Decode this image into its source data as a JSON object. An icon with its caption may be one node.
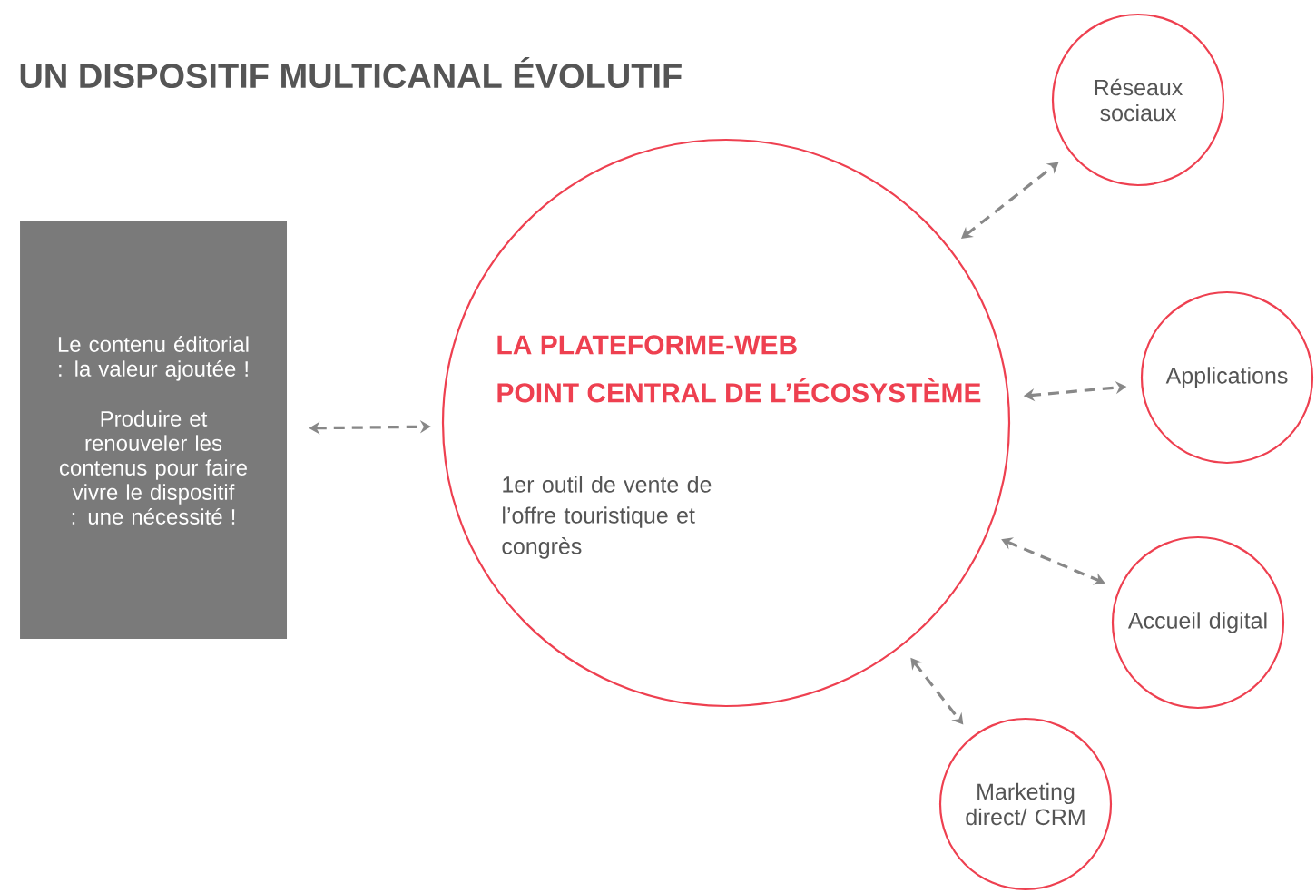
{
  "diagram": {
    "title": "UN DISPOSITIF MULTICANAL ÉVOLUTIF",
    "nodes": [
      {
        "text": [
          "Le contenu éditorial : la valeur ajoutée !",
          "Produire et renouveler les contenus pour faire vivre le dispositif : une nécessité !"
        ]
      },
      {
        "text": [
          "LA PLATEFORME-WEB",
          "POINT CENTRAL DE L’ÉCOSYSTÈME",
          "1er outil de vente de l’offre touristique et congrès"
        ]
      },
      {
        "text": [
          "Réseaux sociaux"
        ]
      },
      {
        "text": [
          "Applications"
        ]
      },
      {
        "text": [
          "Accueil digital"
        ]
      },
      {
        "text": [
          "Marketing direct/ CRM"
        ]
      }
    ],
    "edges": [
      {
        "from": 0,
        "to": 1,
        "arrow": "both",
        "style": "dashed"
      },
      {
        "from": 1,
        "to": 2,
        "arrow": "both",
        "style": "dashed"
      },
      {
        "from": 1,
        "to": 3,
        "arrow": "both",
        "style": "dashed"
      },
      {
        "from": 1,
        "to": 4,
        "arrow": "both",
        "style": "dashed"
      },
      {
        "from": 1,
        "to": 5,
        "arrow": "both",
        "style": "dashed"
      }
    ]
  }
}
